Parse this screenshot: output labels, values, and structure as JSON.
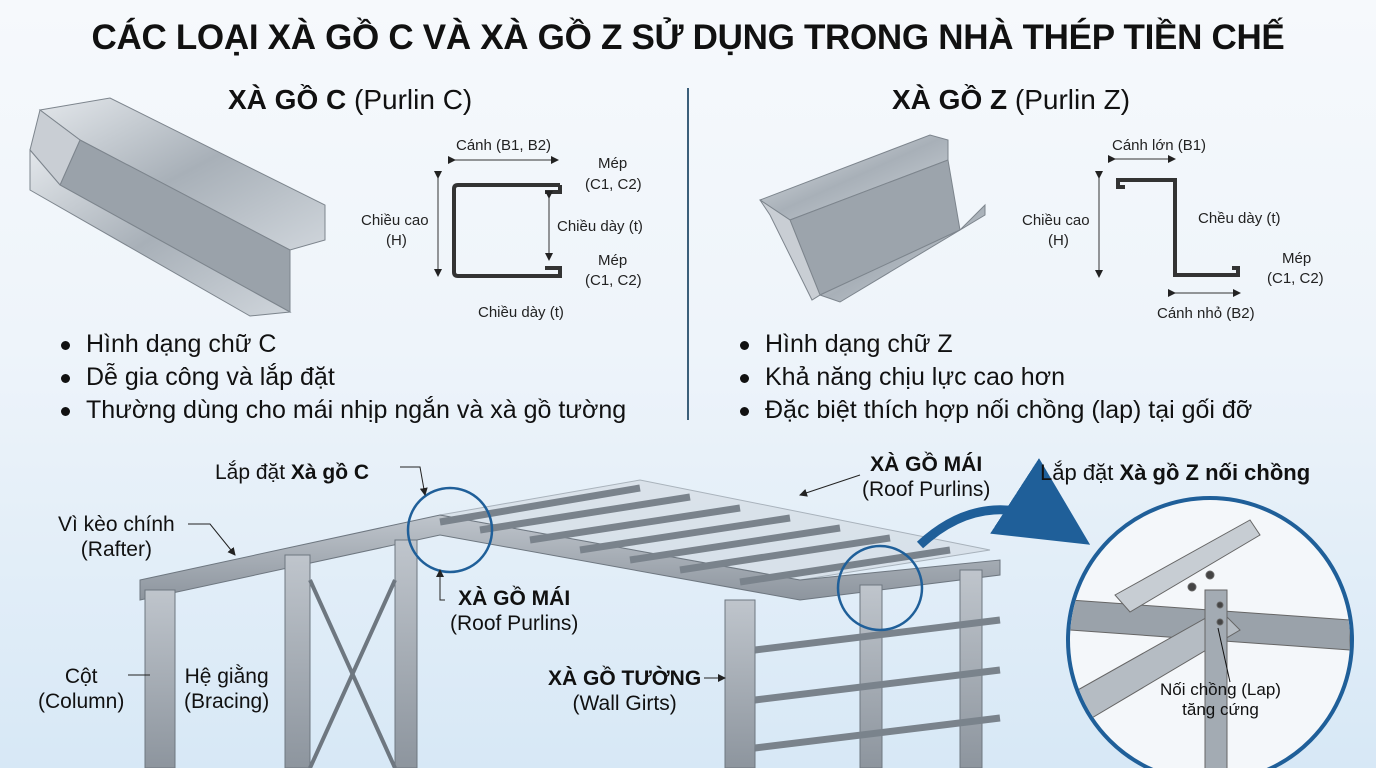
{
  "title": "CÁC LOẠI XÀ GỒ C VÀ XÀ GỒ Z SỬ DỤNG TRONG NHÀ THÉP TIỀN CHẾ",
  "purlin_c": {
    "heading_bold": "XÀ GỒ C",
    "heading_rest": " (Purlin C)",
    "dims": {
      "flange": "Cánh (B1, B2)",
      "lip_top_1": "Mép",
      "lip_top_2": "(C1, C2)",
      "height_1": "Chiều cao",
      "height_2": "(H)",
      "thickness_mid": "Chiều dày (t)",
      "lip_bot_1": "Mép",
      "lip_bot_2": "(C1, C2)",
      "thickness_bot": "Chiều dày (t)"
    },
    "bullets": [
      "Hình dạng chữ C",
      "Dễ gia công và lắp đặt",
      "Thường dùng cho mái nhịp ngắn và xà gồ tường"
    ]
  },
  "purlin_z": {
    "heading_bold": "XÀ GỒ Z",
    "heading_rest": " (Purlin Z)",
    "dims": {
      "flange_big": "Cánh lớn (B1)",
      "height_1": "Chiều cao",
      "height_2": "(H)",
      "thickness": "Chều dày (t)",
      "lip_1": "Mép",
      "lip_2": "(C1, C2)",
      "flange_small": "Cánh nhỏ (B2)"
    },
    "bullets": [
      "Hình dạng chữ Z",
      "Khả năng chịu lực cao hơn",
      "Đặc biệt thích hợp nối chồng (lap) tại gối đỡ"
    ]
  },
  "frame": {
    "install_c_pre": "Lắp đặt ",
    "install_c_bold": "Xà gồ C",
    "rafter_1": "Vì kèo chính",
    "rafter_2": "(Rafter)",
    "roof_purlins_bold": "XÀ GỒ MÁI",
    "roof_purlins_sub": "(Roof Purlins)",
    "roof_purlins2_bold": "XÀ GỒ MÁI",
    "roof_purlins2_sub": "(Roof Purlins)",
    "column_1": "Cột",
    "column_2": "(Column)",
    "bracing_1": "Hệ giằng",
    "bracing_2": "(Bracing)",
    "wall_girts_bold": "XÀ GỒ TƯỜNG",
    "wall_girts_sub": "(Wall Girts)",
    "install_z_pre": "Lắp đặt ",
    "install_z_bold": "Xà gồ Z nối chồng",
    "lap_1": "Nối chồng (Lap)",
    "lap_2": "tăng cứng"
  },
  "colors": {
    "accent": "#1f5f99",
    "steel": "#a9b0b8",
    "text": "#111111"
  }
}
